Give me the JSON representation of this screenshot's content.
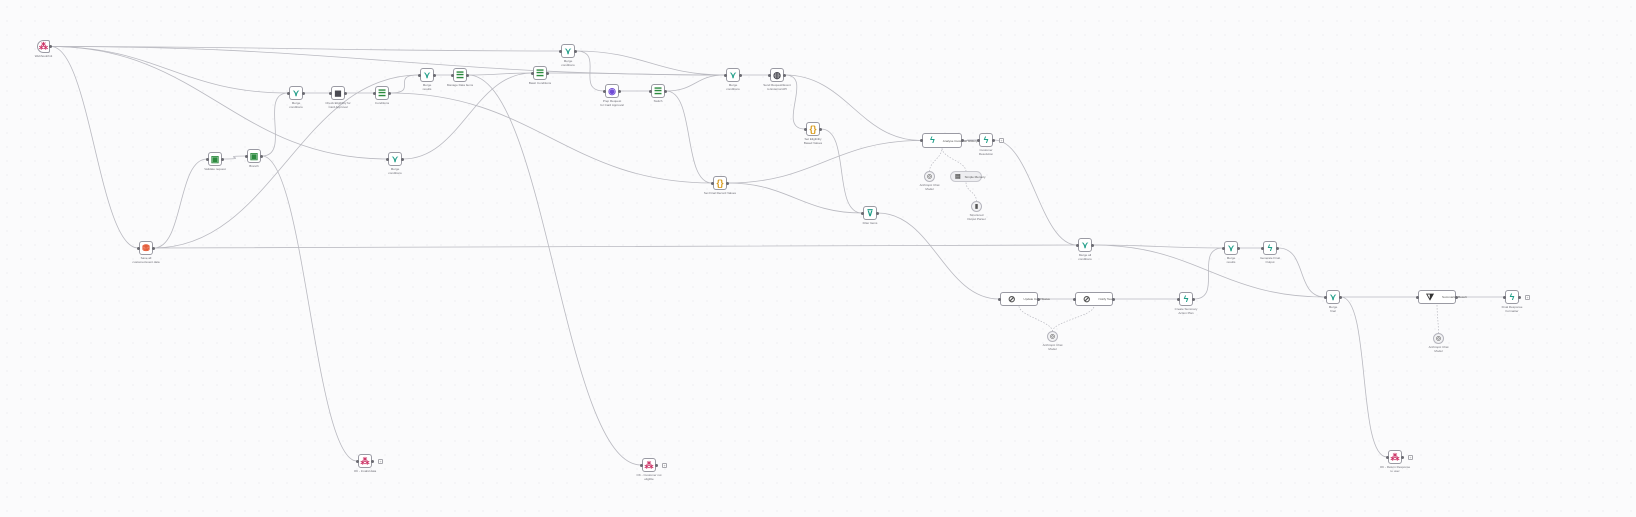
{
  "canvas": {
    "edge_color": "#b9b9c0",
    "port_color": "#6b6b72"
  },
  "nodes": [
    {
      "id": "webhook",
      "label": "Webhook/Init",
      "icon": "webhook-icon",
      "glyph": "⁂",
      "color": "#cc3366"
    },
    {
      "id": "save-to-db",
      "label": "Save all\ncustomer/event data",
      "icon": "database-icon",
      "glyph": "⛃",
      "color": "#e55d3a"
    },
    {
      "id": "validate-request",
      "label": "Validate request",
      "icon": "code-icon",
      "glyph": "▣",
      "color": "#2b8a3e"
    },
    {
      "id": "branch",
      "label": "Branch",
      "icon": "code-icon",
      "glyph": "▣",
      "color": "#2b8a3e"
    },
    {
      "id": "merge-1",
      "label": "Merge\nconditions",
      "icon": "merge-icon",
      "glyph": "⋎",
      "color": "#1c9c86"
    },
    {
      "id": "check-eligibility",
      "label": "Check Eligibility for\nCard Approval",
      "icon": "search-doc-icon",
      "glyph": "◼",
      "color": "#4a4a52"
    },
    {
      "id": "conditions-1",
      "label": "Conditions",
      "icon": "filter-icon",
      "glyph": "☰",
      "color": "#2b8a3e"
    },
    {
      "id": "merge-2",
      "label": "Merge\nresults",
      "icon": "merge-icon",
      "glyph": "⋎",
      "color": "#1c9c86"
    },
    {
      "id": "merge-3",
      "label": "Merge\nconditions",
      "icon": "merge-icon",
      "glyph": "⋎",
      "color": "#1c9c86"
    },
    {
      "id": "manage-data-1",
      "label": "Manage Data Items",
      "icon": "filter-icon",
      "glyph": "☰",
      "color": "#2b8a3e"
    },
    {
      "id": "manage-data-2",
      "label": "Basic Conditions",
      "icon": "filter-icon",
      "glyph": "☰",
      "color": "#2b8a3e"
    },
    {
      "id": "merge-top",
      "label": "Merge\nconditions",
      "icon": "merge-icon",
      "glyph": "⋎",
      "color": "#1c9c86"
    },
    {
      "id": "prep-request",
      "label": "Prep Request\nfor Card Approval",
      "icon": "agent-icon",
      "glyph": "◉",
      "color": "#6f4ad6"
    },
    {
      "id": "switch",
      "label": "Switch",
      "icon": "filter-icon",
      "glyph": "☰",
      "color": "#2b8a3e"
    },
    {
      "id": "merge-4",
      "label": "Merge\nconditions",
      "icon": "merge-icon",
      "glyph": "⋎",
      "color": "#1c9c86"
    },
    {
      "id": "http-request",
      "label": "Send Request/Event\nto External API",
      "icon": "globe-icon",
      "glyph": "◍",
      "color": "#4a4a52"
    },
    {
      "id": "set-variables-1",
      "label": "Set Eligibility\nBased Values",
      "icon": "braces-icon",
      "glyph": "{}",
      "color": "#d89a1a"
    },
    {
      "id": "set-variables-2",
      "label": "Set Final Record Values",
      "icon": "braces-icon",
      "glyph": "{}",
      "color": "#d89a1a"
    },
    {
      "id": "filter",
      "label": "Filter Items",
      "icon": "filter-icon",
      "glyph": "⊽",
      "color": "#1c9c86"
    },
    {
      "id": "ai-agent-1",
      "label": "Analyse Customer\nHistory",
      "icon": "bolt-icon",
      "glyph": "ϟ",
      "color": "#1c9c86"
    },
    {
      "id": "ai-agent-2",
      "label": "Customer\nResolution",
      "icon": "bolt-icon",
      "glyph": "ϟ",
      "color": "#1c9c86"
    },
    {
      "id": "model-1",
      "label": "Anthropic Chat\nModel",
      "icon": "model-icon",
      "glyph": "◎",
      "color": "#777"
    },
    {
      "id": "memory-1",
      "label": "Simple Memory",
      "icon": "memory-icon",
      "glyph": "▤",
      "color": "#555"
    },
    {
      "id": "tool-1",
      "label": "Structured\nOutput Parser",
      "icon": "tool-icon",
      "glyph": "▮",
      "color": "#555"
    },
    {
      "id": "merge-5",
      "label": "Merge all\nconditions",
      "icon": "merge-icon",
      "glyph": "⋎",
      "color": "#1c9c86"
    },
    {
      "id": "http-1",
      "label": "Update Card Status",
      "icon": "link-icon",
      "glyph": "⊘",
      "color": "#555"
    },
    {
      "id": "http-2",
      "label": "Notify Team",
      "icon": "link-icon",
      "glyph": "⊘",
      "color": "#555"
    },
    {
      "id": "model-2",
      "label": "Anthropic Chat\nModel",
      "icon": "model-icon",
      "glyph": "◎",
      "color": "#777"
    },
    {
      "id": "ai-agent-3",
      "label": "Create Summary\nAction Plan",
      "icon": "bolt-icon",
      "glyph": "ϟ",
      "color": "#1c9c86"
    },
    {
      "id": "merge-6",
      "label": "Merge\nresults",
      "icon": "merge-icon",
      "glyph": "⋎",
      "color": "#1c9c86"
    },
    {
      "id": "ai-agent-4",
      "label": "Generate Final\nOutput",
      "icon": "bolt-icon",
      "glyph": "ϟ",
      "color": "#1c9c86"
    },
    {
      "id": "merge-7",
      "label": "Merge\nfinal",
      "icon": "merge-icon",
      "glyph": "⋎",
      "color": "#1c9c86"
    },
    {
      "id": "summarize",
      "label": "Summarize Result",
      "icon": "summarize-icon",
      "glyph": "⧩",
      "color": "#333"
    },
    {
      "id": "model-3",
      "label": "Anthropic Chat\nModel",
      "icon": "model-icon",
      "glyph": "◎",
      "color": "#777"
    },
    {
      "id": "ai-agent-5",
      "label": "Final Response\nFormatter",
      "icon": "bolt-icon",
      "glyph": "ϟ",
      "color": "#1c9c86"
    },
    {
      "id": "respond-1",
      "label": "OK - Invalid data",
      "icon": "webhook-icon",
      "glyph": "⁂",
      "color": "#cc3366"
    },
    {
      "id": "respond-2",
      "label": "OK - Customer not\neligible",
      "icon": "webhook-icon",
      "glyph": "⁂",
      "color": "#cc3366"
    },
    {
      "id": "respond-3",
      "label": "OK - Return Response\nto user",
      "icon": "webhook-icon",
      "glyph": "⁂",
      "color": "#cc3366"
    }
  ],
  "edges": [
    [
      "webhook",
      "merge-top"
    ],
    [
      "webhook",
      "merge-4"
    ],
    [
      "webhook",
      "merge-1"
    ],
    [
      "webhook",
      "merge-3"
    ],
    [
      "webhook",
      "save-to-db"
    ],
    [
      "save-to-db",
      "validate-request"
    ],
    [
      "save-to-db",
      "merge-5"
    ],
    [
      "save-to-db",
      "merge-2"
    ],
    [
      "validate-request",
      "branch"
    ],
    [
      "branch",
      "merge-1"
    ],
    [
      "branch",
      "respond-1"
    ],
    [
      "merge-1",
      "check-eligibility"
    ],
    [
      "check-eligibility",
      "conditions-1"
    ],
    [
      "conditions-1",
      "merge-2"
    ],
    [
      "conditions-1",
      "set-variables-2"
    ],
    [
      "merge-2",
      "manage-data-1"
    ],
    [
      "manage-data-1",
      "manage-data-2"
    ],
    [
      "manage-data-1",
      "respond-2"
    ],
    [
      "manage-data-2",
      "merge-4"
    ],
    [
      "merge-3",
      "manage-data-2"
    ],
    [
      "merge-top",
      "prep-request"
    ],
    [
      "merge-top",
      "merge-4"
    ],
    [
      "prep-request",
      "switch"
    ],
    [
      "switch",
      "merge-4"
    ],
    [
      "switch",
      "set-variables-2"
    ],
    [
      "merge-4",
      "http-request"
    ],
    [
      "http-request",
      "set-variables-1"
    ],
    [
      "http-request",
      "ai-agent-1"
    ],
    [
      "set-variables-1",
      "filter"
    ],
    [
      "set-variables-2",
      "ai-agent-1"
    ],
    [
      "set-variables-2",
      "filter"
    ],
    [
      "ai-agent-1",
      "ai-agent-2"
    ],
    [
      "ai-agent-2",
      "merge-5"
    ],
    [
      "filter",
      "http-1"
    ],
    [
      "http-1",
      "http-2"
    ],
    [
      "http-2",
      "ai-agent-3"
    ],
    [
      "ai-agent-3",
      "merge-6"
    ],
    [
      "merge-5",
      "merge-6"
    ],
    [
      "merge-6",
      "ai-agent-4"
    ],
    [
      "ai-agent-4",
      "merge-7"
    ],
    [
      "merge-5",
      "merge-7"
    ],
    [
      "merge-7",
      "summarize"
    ],
    [
      "merge-7",
      "respond-3"
    ],
    [
      "summarize",
      "ai-agent-5"
    ]
  ],
  "sub_edges": [
    [
      "model-1",
      "ai-agent-1"
    ],
    [
      "memory-1",
      "ai-agent-1"
    ],
    [
      "tool-1",
      "memory-1"
    ],
    [
      "model-2",
      "http-1"
    ],
    [
      "model-2",
      "http-2"
    ],
    [
      "model-3",
      "summarize"
    ]
  ]
}
